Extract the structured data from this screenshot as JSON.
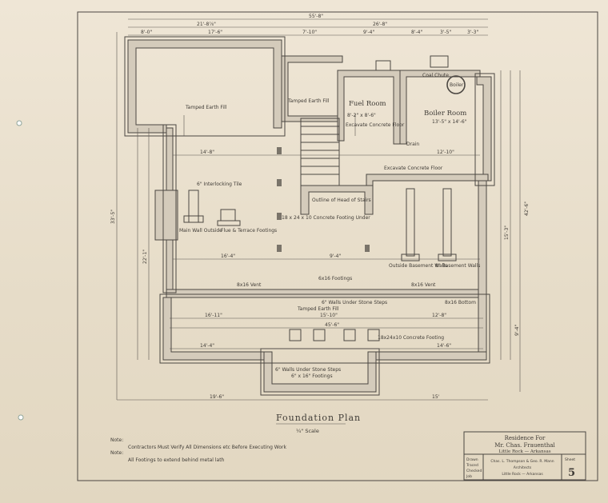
{
  "drawing": {
    "title": "Foundation Plan",
    "scale": "¼\" Scale",
    "note1_label": "Note:",
    "note1": "Contractors Must Verify All Dimensions etc Before Executing Work",
    "note2_label": "Note:",
    "note2": "All Footings to extend behind metal lath"
  },
  "rooms": {
    "tamped_left": "Tamped Earth Fill",
    "tamped_mid": "Tamped Earth Fill",
    "fuel_room": "Fuel Room",
    "fuel_dims": "8'-2\" x 8'-6\"",
    "fuel_note": "Excavate Concrete Floor",
    "boiler_room": "Boiler Room",
    "boiler_dims": "13'-5\" x 14'-6\"",
    "boiler_label": "Boiler",
    "coal_chute": "Coal Chute",
    "excavate_floor": "Excavate Concrete Floor",
    "stairs_note": "Outline of Head of Stairs",
    "footing_center": "18 x 24 x 10 Concrete Footing Under",
    "drain": "Drain",
    "wall_outside": "Main Wall Outside",
    "flue": "Flue & Terrace Footings",
    "interlocking": "6\" Interlocking Tile",
    "outside_basement": "Outside Basement Walls",
    "basement_walls": "8\" Basement Walls",
    "bottom_tamped": "Tamped Earth Fill",
    "under_stone": "6\" Walls Under Stone Steps",
    "under_stone_bottom": "6\" Walls Under Stone Steps",
    "concrete_footing": "18x24x10 Concrete Footing",
    "footings_bottom": "6\" x 16\" Footings",
    "vent1": "8x16 Vent",
    "vent2": "8x16 Vent",
    "footings_label": "6x16 Footings",
    "bottom_label": "8x16 Bottom"
  },
  "dims": {
    "overall_top": "55'-8\"",
    "d1": "21'-8⅞\"",
    "d2": "17'-6\"",
    "d3": "26'-8\"",
    "d4": "7'-10\"",
    "d5": "9'-4\"",
    "d6": "8'-4\"",
    "d7": "3'-5\"",
    "d8": "3'-3\"",
    "d9": "14'-8\"",
    "d10": "16'-4\"",
    "d11": "14'-6\"",
    "d12": "12'-10\"",
    "d13": "12'-8\"",
    "d14": "16'-11\"",
    "d15": "15'-10\"",
    "d16": "45'-6\"",
    "d17": "14'-4\"",
    "d18": "15'",
    "d19": "19'-6\"",
    "d20": "9'-4\"",
    "d21": "8'-0\"",
    "left1": "33'-5\"",
    "left2": "22'-1\"",
    "right1": "42'-6\"",
    "right2": "15'-3\"",
    "right3": "9'-4\""
  },
  "title_block": {
    "project1": "Residence For",
    "project2": "Mr. Chas. Frauenthal",
    "location": "Little Rock — Arkansas",
    "architect1": "Chas. L. Thompson & Geo. R. Mann",
    "architect2": "Architects",
    "architect3": "Little Rock — Arkansas",
    "sheet_label": "Sheet",
    "sheet_no": "5",
    "drawn": "Drawn",
    "traced": "Traced",
    "checked": "Checked",
    "job": "Job"
  }
}
